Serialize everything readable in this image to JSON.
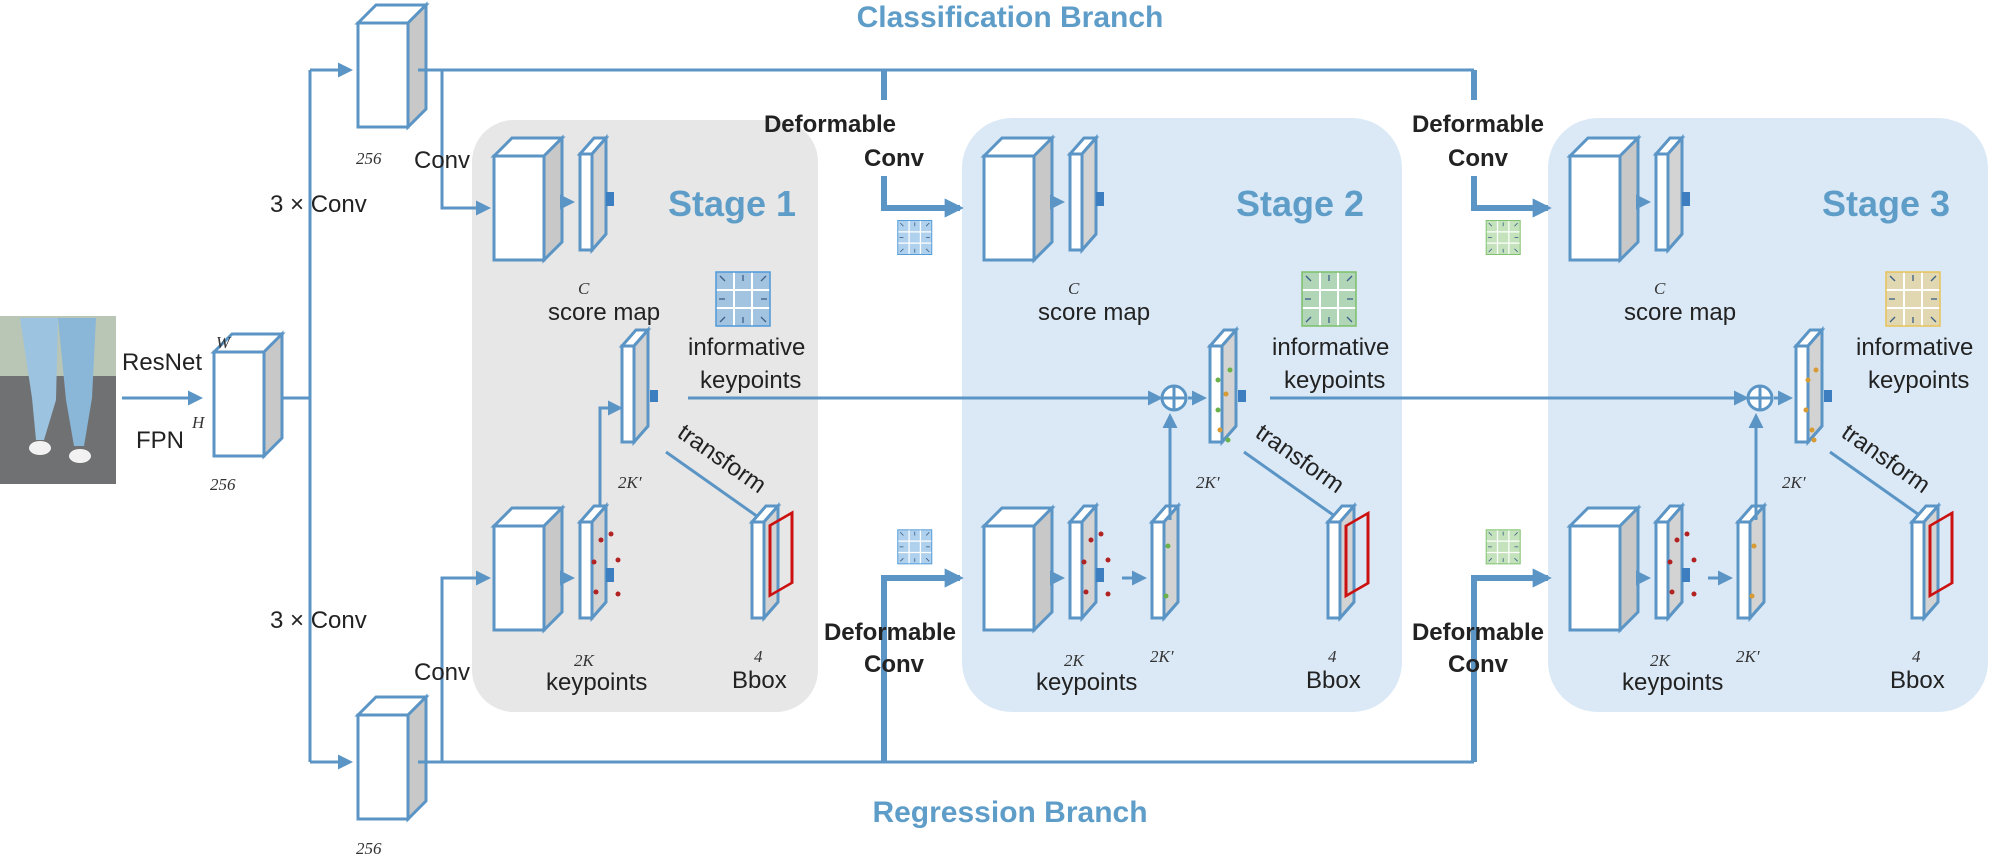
{
  "branches": {
    "classification": "Classification Branch",
    "regression": "Regression Branch"
  },
  "input": {
    "resnet": "ResNet",
    "fpn": "FPN",
    "w": "W",
    "h": "H",
    "channels": "256"
  },
  "heads": {
    "conv_tower": "3 × Conv",
    "conv": "Conv",
    "channels": "256"
  },
  "deformable": {
    "line1": "Deformable",
    "line2": "Conv"
  },
  "stages": [
    {
      "title": "Stage 1",
      "score_dim": "C",
      "score_label": "score map",
      "info_line1": "informative",
      "info_line2": "keypoints",
      "info_dim": "2K′",
      "transform": "transform",
      "kp_dim": "2K",
      "kp_label": "keypoints",
      "bbox_dim": "4",
      "bbox_label": "Bbox"
    },
    {
      "title": "Stage 2",
      "score_dim": "C",
      "score_label": "score map",
      "info_line1": "informative",
      "info_line2": "keypoints",
      "info_dim": "2K′",
      "transform": "transform",
      "kp_dim": "2K",
      "kp_label": "keypoints",
      "offset_dim": "2K′",
      "bbox_dim": "4",
      "bbox_label": "Bbox"
    },
    {
      "title": "Stage 3",
      "score_dim": "C",
      "score_label": "score map",
      "info_line1": "informative",
      "info_line2": "keypoints",
      "info_dim": "2K′",
      "transform": "transform",
      "kp_dim": "2K",
      "kp_label": "keypoints",
      "offset_dim": "2K′",
      "bbox_dim": "4",
      "bbox_label": "Bbox"
    }
  ],
  "colors": {
    "line": "#5b95c5",
    "title": "#5f9dc9",
    "stage1_bg": "#e7e7e7",
    "stage_bg": "#dbe9f6",
    "grid_blue": "#4f9ad8",
    "grid_green": "#7cbf6a",
    "grid_yellow": "#e8c25a",
    "bbox_red": "#cc1111"
  }
}
